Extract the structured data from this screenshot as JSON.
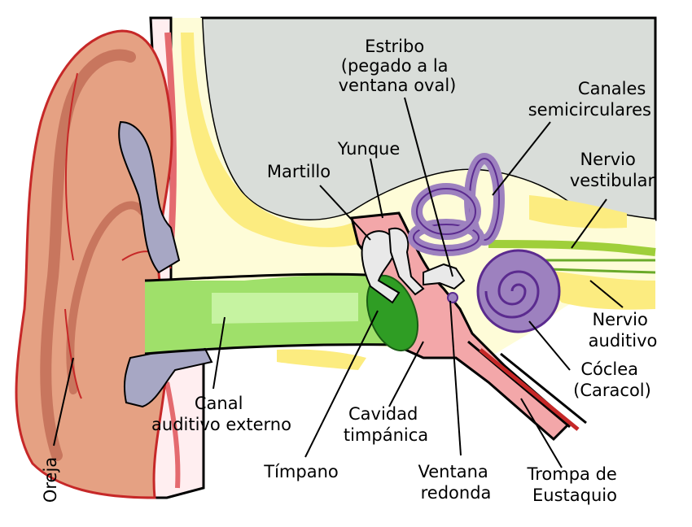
{
  "colors": {
    "skin_dark": "#c8765e",
    "skin_mid": "#e5a183",
    "skin_light": "#f7dccb",
    "cartilage": "#ffeef0",
    "bone": "#fefcd8",
    "fat_yellow": "#fcec80",
    "canal_green": "#9fe06a",
    "eardrum": "#2f9d24",
    "middle_ear_red": "#f3a7a9",
    "inner_ear_purple": "#9d81bf",
    "inner_ear_stroke": "#5b2b8f",
    "nerve_green": "#9fcf3a",
    "brain_grey": "#d9ddd9",
    "tissue_grey": "#a7a7c4",
    "vessel_red": "#c62828"
  },
  "labels": {
    "estribo": [
      "Estribo",
      "(pegado a la",
      "ventana oval)"
    ],
    "canales": [
      "Canales",
      "semicirculares"
    ],
    "yunque": [
      "Yunque"
    ],
    "martillo": [
      "Martillo"
    ],
    "nervio_vestibular": [
      "Nervio",
      "vestibular"
    ],
    "nervio_auditivo": [
      "Nervio",
      "auditivo"
    ],
    "coclea": [
      "Cóclea",
      "(Caracol)"
    ],
    "canal_auditivo": [
      "Canal",
      "auditivo externo"
    ],
    "cavidad": [
      "Cavidad",
      "timpánica"
    ],
    "timpano": [
      "Tímpano"
    ],
    "ventana": [
      "Ventana",
      "redonda"
    ],
    "trompa": [
      "Trompa de",
      "Eustaquio"
    ],
    "oreja": [
      "Oreja"
    ]
  }
}
